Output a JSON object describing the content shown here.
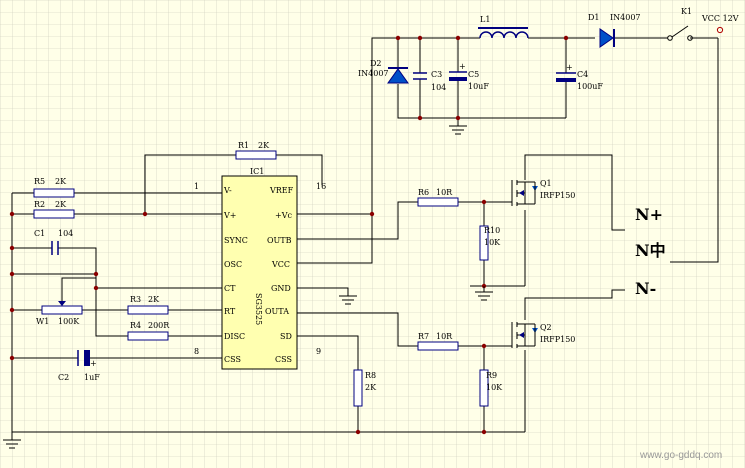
{
  "ic": {
    "name": "IC1",
    "part": "SG3525",
    "left_pins": [
      {
        "num": "1",
        "label": "V-"
      },
      {
        "num": "",
        "label": "V+"
      },
      {
        "num": "",
        "label": "SYNC"
      },
      {
        "num": "",
        "label": "OSC"
      },
      {
        "num": "",
        "label": "CT"
      },
      {
        "num": "",
        "label": "RT"
      },
      {
        "num": "",
        "label": "DISC"
      },
      {
        "num": "8",
        "label": "CSS"
      }
    ],
    "right_pins": [
      {
        "num": "16",
        "label": "VREF"
      },
      {
        "num": "",
        "label": "+Vc"
      },
      {
        "num": "",
        "label": "OUTB"
      },
      {
        "num": "",
        "label": "VCC"
      },
      {
        "num": "",
        "label": "GND"
      },
      {
        "num": "",
        "label": "OUTA"
      },
      {
        "num": "",
        "label": "SD"
      },
      {
        "num": "9",
        "label": "CSS"
      }
    ]
  },
  "components": {
    "r1": {
      "ref": "R1",
      "value": "2K"
    },
    "r2": {
      "ref": "R2",
      "value": "2K"
    },
    "r3": {
      "ref": "R3",
      "value": "2K"
    },
    "r4": {
      "ref": "R4",
      "value": "200R"
    },
    "r5": {
      "ref": "R5",
      "value": "2K"
    },
    "r6": {
      "ref": "R6",
      "value": "10R"
    },
    "r7": {
      "ref": "R7",
      "value": "10R"
    },
    "r8": {
      "ref": "R8",
      "value": "2K"
    },
    "r9": {
      "ref": "R9",
      "value": "10K"
    },
    "r10": {
      "ref": "R10",
      "value": "10K"
    },
    "c1": {
      "ref": "C1",
      "value": "104"
    },
    "c2": {
      "ref": "C2",
      "value": "1uF"
    },
    "c3": {
      "ref": "C3",
      "value": "104"
    },
    "c4": {
      "ref": "C4",
      "value": "100uF"
    },
    "c5": {
      "ref": "C5",
      "value": "10uF"
    },
    "w1": {
      "ref": "W1",
      "value": "100K"
    },
    "l1": {
      "ref": "L1"
    },
    "d1": {
      "ref": "D1",
      "value": "IN4007"
    },
    "d2": {
      "ref": "D2",
      "value": "IN4007"
    },
    "k1": {
      "ref": "K1"
    },
    "q1": {
      "ref": "Q1",
      "value": "IRFP150"
    },
    "q2": {
      "ref": "Q2",
      "value": "IRFP150"
    },
    "vcc": {
      "label": "VCC 12V"
    },
    "c5_plus": "+",
    "c4_plus": "+",
    "c2_plus": "+"
  },
  "outputs": {
    "n_plus": "N+",
    "n_mid": "N中",
    "n_minus": "N-"
  },
  "watermark": "www.go-gddq.com",
  "colors": {
    "background": "#ffffe8",
    "grid": "#c8c8b8",
    "wire": "#000000",
    "component": "#000080",
    "diode_fill": "#0050c8",
    "ic_fill": "#ffffb0",
    "junction": "#8b0000"
  }
}
